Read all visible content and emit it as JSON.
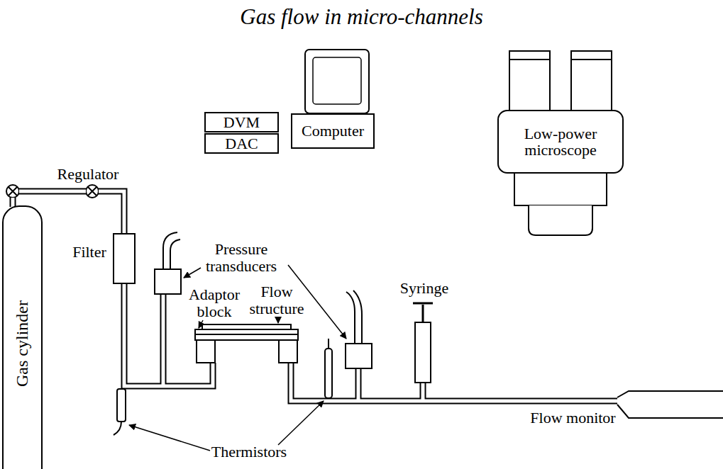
{
  "diagram": {
    "title": "Gas flow in micro-channels",
    "nodes": [
      {
        "text": [
          "DVM"
        ]
      },
      {
        "text": [
          "DAC"
        ]
      },
      {
        "text": [
          "Computer"
        ]
      },
      {
        "text": [
          "Low-power microscope"
        ]
      },
      {
        "text": [
          "Gas cylinder"
        ]
      }
    ],
    "labels": [
      "Regulator",
      "Filter",
      "Pressure transducers",
      "Adaptor block",
      "Flow structure",
      "Syringe",
      "Flow monitor",
      "Thermistors"
    ]
  }
}
